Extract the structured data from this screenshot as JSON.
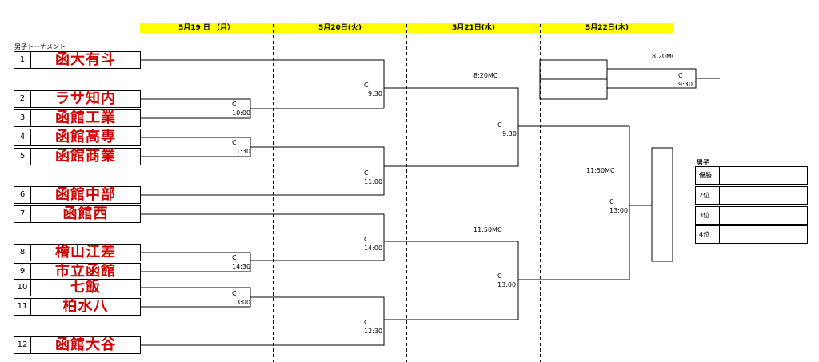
{
  "dates": [
    "5月19 日 （月）",
    "5月20日(火)",
    "5月21日(水)",
    "5月22日(木)"
  ],
  "tournament_title": "男子トーナメント",
  "teams": [
    {
      "no": "1",
      "name": "函大有斗"
    },
    {
      "no": "2",
      "name": "ラサ知内"
    },
    {
      "no": "3",
      "name": "函館工業"
    },
    {
      "no": "4",
      "name": "函館高専"
    },
    {
      "no": "5",
      "name": "函館商業"
    },
    {
      "no": "6",
      "name": "函館中部"
    },
    {
      "no": "7",
      "name": "函館西"
    },
    {
      "no": "8",
      "name": "檜山江差"
    },
    {
      "no": "9",
      "name": "市立函館"
    },
    {
      "no": "10",
      "name": "七飯"
    },
    {
      "no": "11",
      "name": "柏水八"
    },
    {
      "no": "12",
      "name": "函館大谷"
    }
  ],
  "matches": [
    {
      "court": "C",
      "time": "10:00"
    },
    {
      "court": "C",
      "time": "11:30"
    },
    {
      "court": "C",
      "time": "14:30"
    },
    {
      "court": "C",
      "time": "13:00"
    },
    {
      "court": "C",
      "time": "9:30"
    },
    {
      "court": "C",
      "time": "11:00"
    },
    {
      "court": "C",
      "time": "14:00"
    },
    {
      "court": "C",
      "time": "12:30"
    },
    {
      "court": "C",
      "time": "9:30"
    },
    {
      "court": "C",
      "time": "13:00"
    },
    {
      "court": "C",
      "time": "13:00"
    },
    {
      "court": "C",
      "time": "9:30"
    }
  ],
  "venue_labels": [
    "8:20MC",
    "11:50MC",
    "11:50MC",
    "8:20MC"
  ],
  "results": {
    "title": "男子",
    "rows": [
      "優勝",
      "2位",
      "3位",
      "4位"
    ]
  }
}
